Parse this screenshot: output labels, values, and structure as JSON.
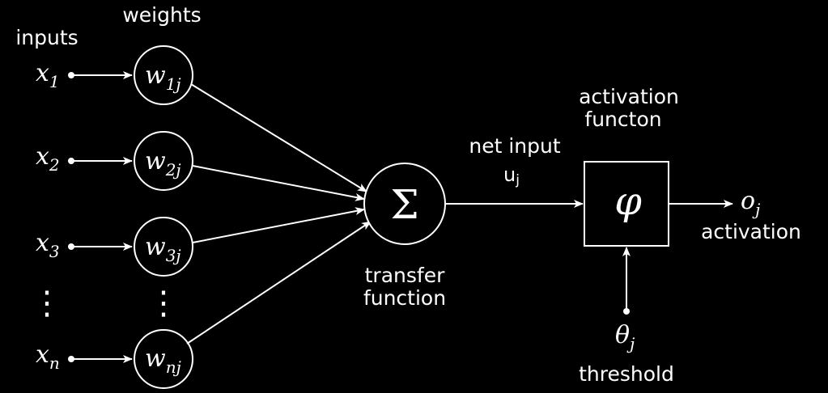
{
  "labels": {
    "weights": "weights",
    "inputs": "inputs",
    "net_input": "net input",
    "net_input_symbol": "u",
    "net_input_subscript": "j",
    "activation_function_line1": "activation",
    "activation_function_line2": "functon",
    "transfer_function_line1": "transfer",
    "transfer_function_line2": "function",
    "activation": "activation",
    "threshold": "threshold"
  },
  "inputs": [
    {
      "var": "x",
      "sub": "1"
    },
    {
      "var": "x",
      "sub": "2"
    },
    {
      "var": "x",
      "sub": "3"
    },
    {
      "var": "x",
      "sub": "n"
    }
  ],
  "weights": [
    {
      "var": "w",
      "sub": "1j"
    },
    {
      "var": "w",
      "sub": "2j"
    },
    {
      "var": "w",
      "sub": "3j"
    },
    {
      "var": "w",
      "sub": "nj"
    }
  ],
  "sum_symbol": "Σ",
  "activation_symbol": "φ",
  "output": {
    "var": "o",
    "sub": "j"
  },
  "threshold": {
    "var": "θ",
    "sub": "j"
  },
  "ellipsis": "⋮",
  "colors": {
    "background": "#000000",
    "foreground": "#ffffff"
  }
}
